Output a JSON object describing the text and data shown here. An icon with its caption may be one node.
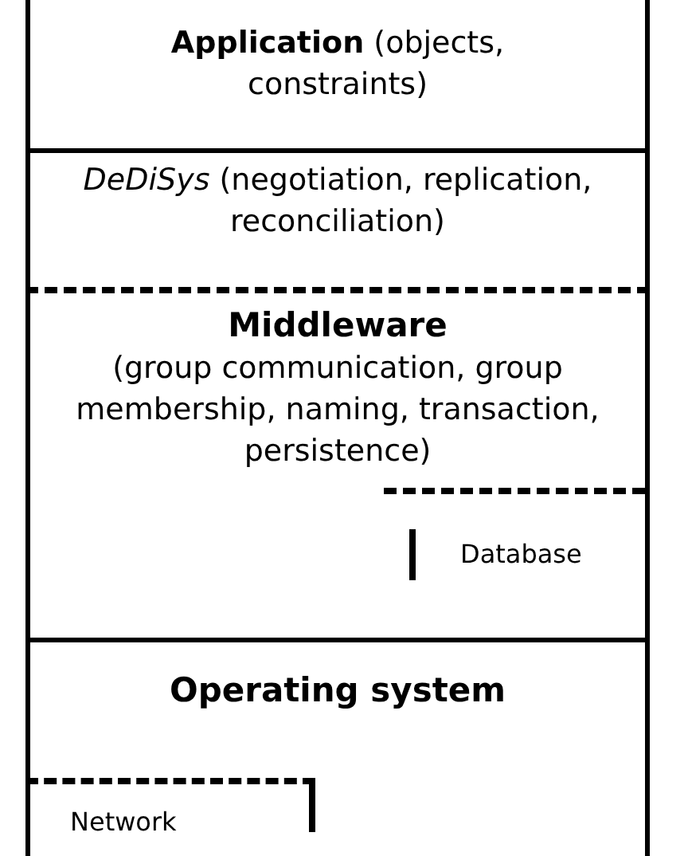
{
  "diagram": {
    "nodes": [
      {
        "text": [
          "**Application** (objects, constraints)"
        ]
      },
      {
        "text": [
          "*DeDiSys* (negotiation, replication, reconciliation)"
        ]
      },
      {
        "text": [
          "Middleware",
          "(group communication, group membership, naming, transaction, persistence)"
        ]
      },
      {
        "text": [
          "Database"
        ],
        "in": 2
      },
      {
        "text": [
          "Operating system"
        ]
      },
      {
        "text": [
          "Network"
        ],
        "in": 4
      }
    ]
  }
}
